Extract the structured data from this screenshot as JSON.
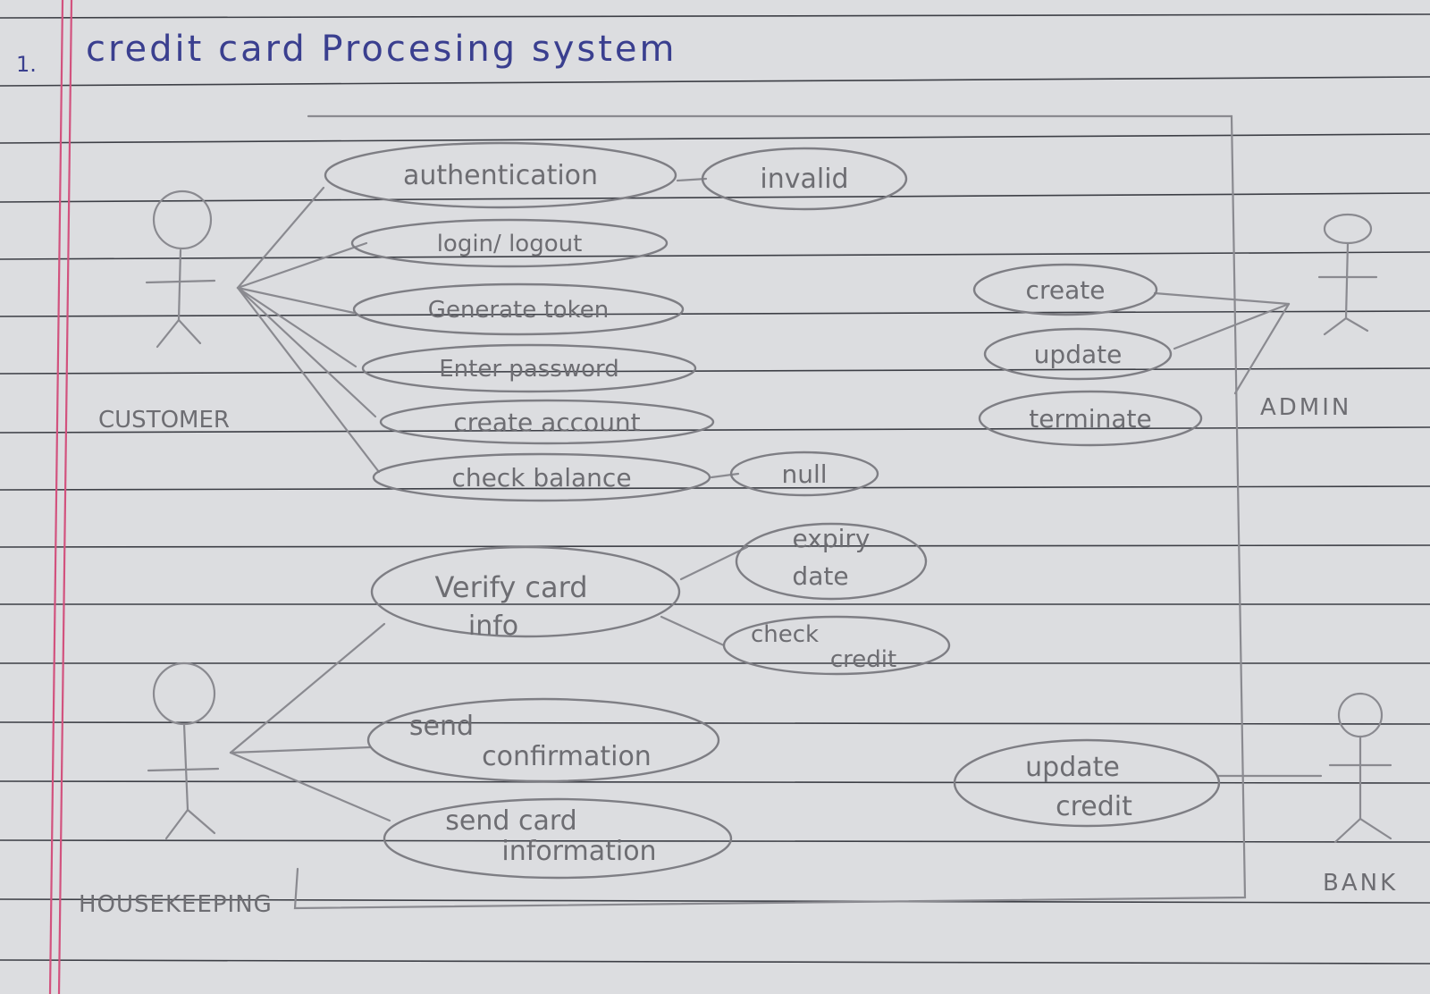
{
  "page": {
    "number": "1.",
    "title": "credit card Procesing system"
  },
  "actors": {
    "customer": "CUSTOMER",
    "admin": "ADMIN",
    "housekeeping": "HOUSEKEEPING",
    "bank": "BANK"
  },
  "use_cases": {
    "authentication": "authentication",
    "invalid": "invalid",
    "login_logout": "login/ logout",
    "generate_token": "Generate token",
    "enter_password": "Enter password",
    "create_account": "create account",
    "check_balance": "check balance",
    "null": "null",
    "create": "create",
    "update": "update",
    "terminate": "terminate",
    "verify_card_info": [
      "Verify card",
      "info"
    ],
    "expiry_date": [
      "expiry",
      "date"
    ],
    "check_credit": [
      "check",
      "credit"
    ],
    "send_confirmation": [
      "send",
      "confirmation"
    ],
    "send_card_information": [
      "send card",
      "information"
    ],
    "update_credit": [
      "update",
      "credit"
    ]
  },
  "colors": {
    "paper": "#dcdde0",
    "ink": "#3a3f8f",
    "pencil": "#7e7e84",
    "rule": "#3d3f46",
    "margin": "#d2527e"
  }
}
